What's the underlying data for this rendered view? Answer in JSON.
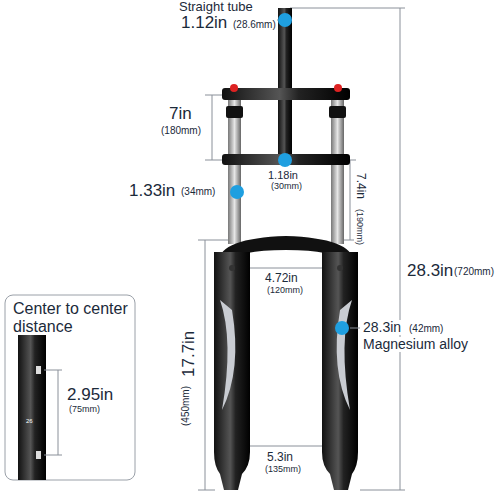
{
  "diagram": {
    "labels": [
      "Straight tube",
      "1.12in",
      "(28.6mm)",
      "7in",
      "(180mm)",
      "1.33in",
      "(34mm)",
      "1.18in",
      "(30mm)",
      "7.4in",
      "(190mm)",
      "28.3in",
      "(720mm)",
      "4.72in",
      "(120mm)",
      "Center to center distance",
      "26",
      "2.95in",
      "(75mm)",
      "28.3in",
      "(42mm)",
      "Magnesium alloy",
      "17.7in",
      "(450mm)",
      "5.3in",
      "(135mm)"
    ]
  }
}
